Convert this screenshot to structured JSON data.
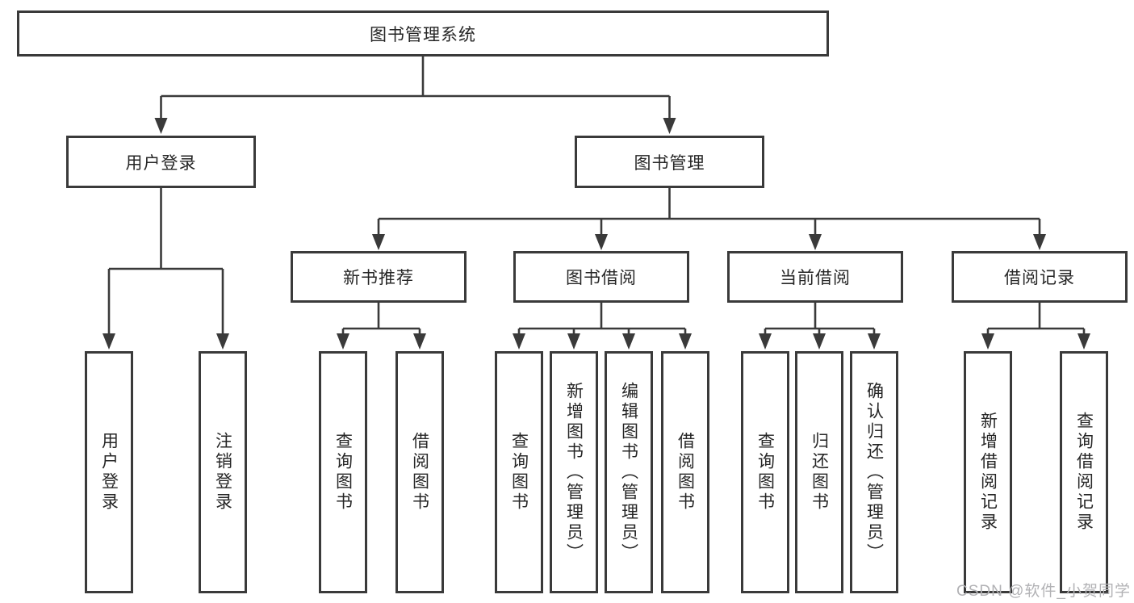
{
  "diagram": {
    "root": "图书管理系统",
    "level2": [
      "用户登录",
      "图书管理"
    ],
    "level3": [
      "新书推荐",
      "图书借阅",
      "当前借阅",
      "借阅记录"
    ],
    "leaves": [
      "用户登录",
      "注销登录",
      "查询图书",
      "借阅图书",
      "查询图书",
      "新增图书（管理员）",
      "编辑图书（管理员）",
      "借阅图书",
      "查询图书",
      "归还图书",
      "确认归还（管理员）",
      "新增借阅记录",
      "查询借阅记录"
    ]
  },
  "watermark": "CSDN @软件_小贺同学",
  "colors": {
    "line": "#3a3a3a",
    "text": "#262626",
    "watermark": "#b2b2b5",
    "background": "#ffffff"
  }
}
